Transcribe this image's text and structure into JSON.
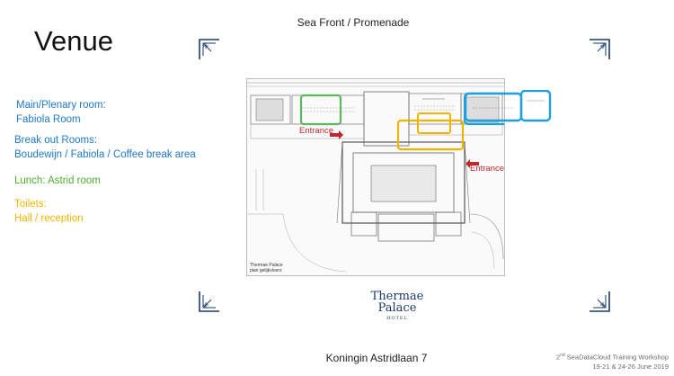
{
  "slide": {
    "title": "Venue",
    "header": "Sea Front / Promenade",
    "address": "Koningin Astridlaan 7",
    "workshop_line1_base": "2",
    "workshop_line1_sup": "nd",
    "workshop_line1_rest": " SeaDataCloud Training Workshop",
    "workshop_line2": "19-21 & 24-26 June 2019"
  },
  "legend": {
    "main_title": "Main/Plenary room:",
    "main_value": "Fabiola Room",
    "breakout_title": "Break out Rooms:",
    "breakout_value": "Boudewijn / Fabiola / Coffee break area",
    "lunch": "Lunch: Astrid room",
    "toilets_title": "Toilets:",
    "toilets_value": "Hall / reception"
  },
  "plan": {
    "entrance_label": "Entrance",
    "caption_line1": "Thermae Palace",
    "caption_line2": "plan gelijkvloers",
    "colors": {
      "blue": "#1f9fe0",
      "green": "#5cb85c",
      "yellow": "#f0b400",
      "red": "#c0262d"
    }
  },
  "logo": {
    "line1": "Thermae",
    "line2": "Palace",
    "line3": "HOTEL"
  }
}
